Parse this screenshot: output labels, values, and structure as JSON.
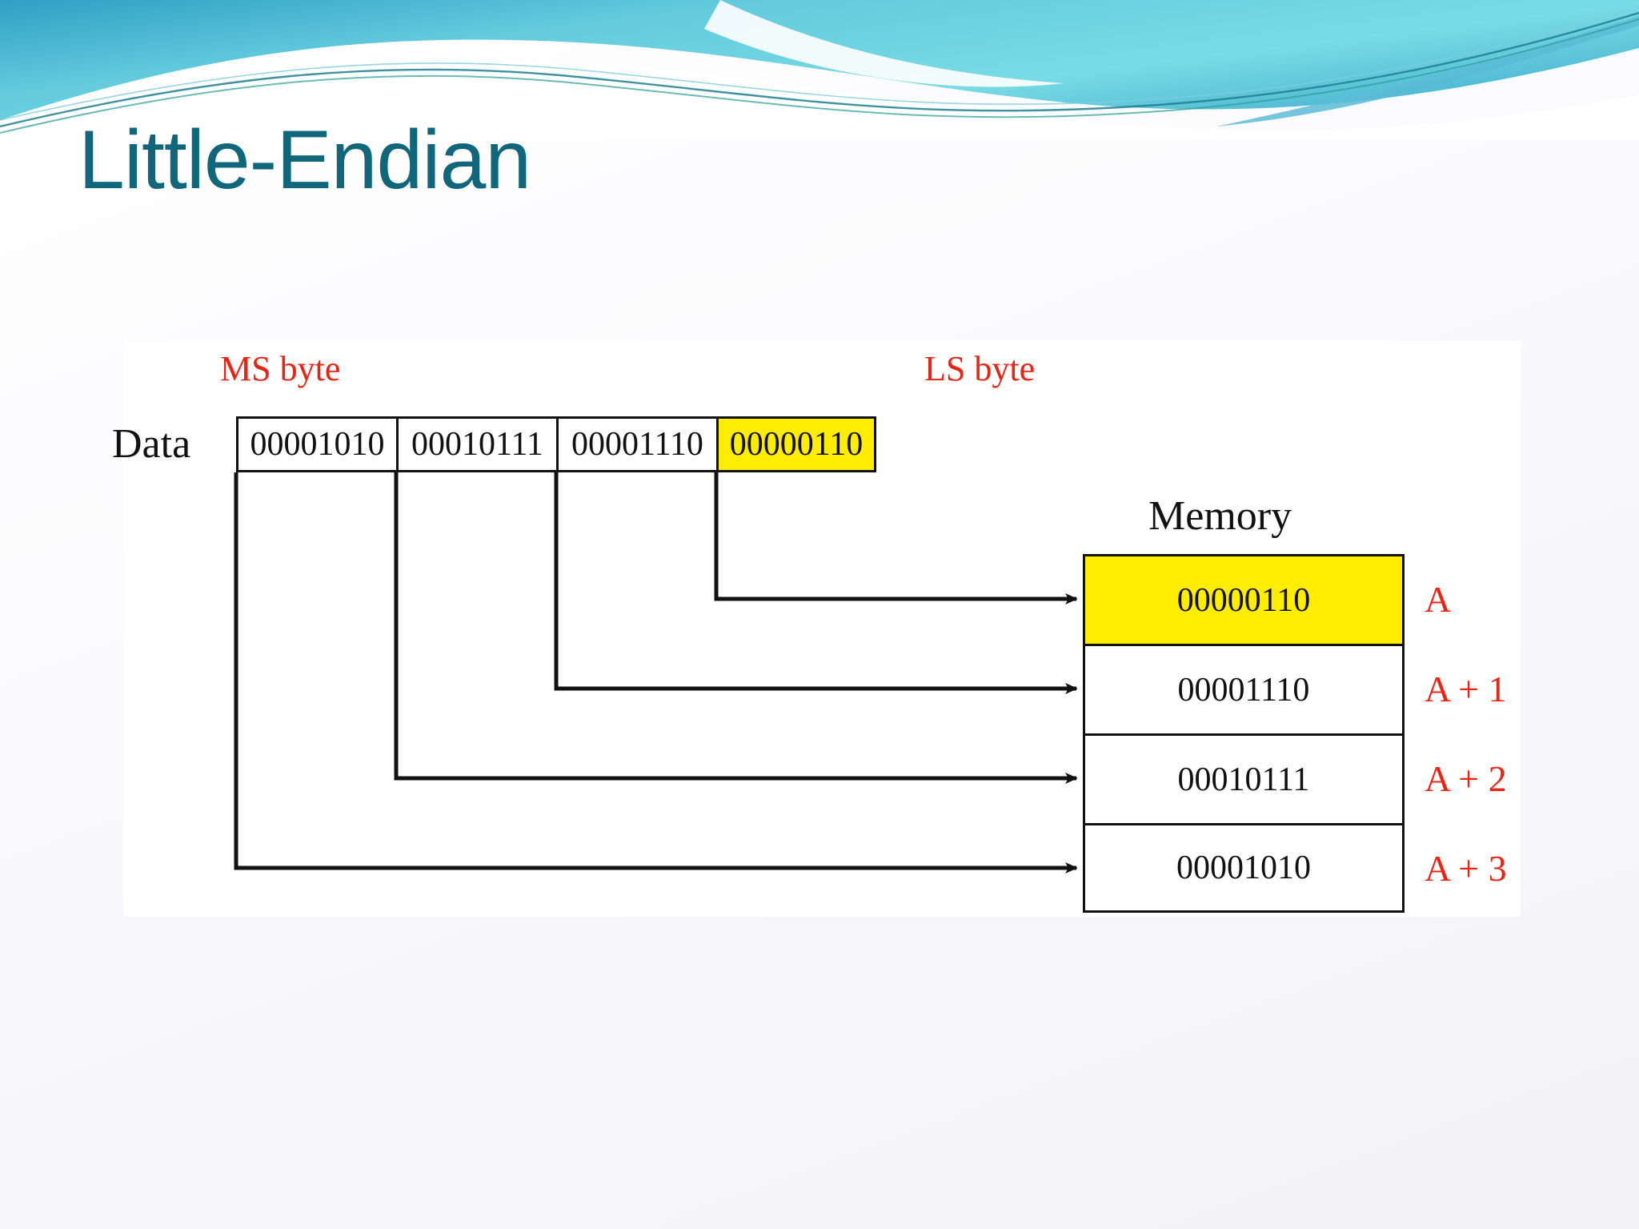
{
  "slide": {
    "title": "Little-Endian"
  },
  "theme": {
    "title_color": "#10667A",
    "banner_color": "#6FD2E0",
    "highlight_color": "#FFED00",
    "label_red": "#EE2211",
    "panel_bg": "#FFFFFF"
  },
  "diagram": {
    "data_label": "Data",
    "memory_label": "Memory",
    "ms_byte_label": "MS byte",
    "ls_byte_label": "LS byte",
    "data_bytes": [
      {
        "value": "00001010",
        "highlighted": false
      },
      {
        "value": "00010111",
        "highlighted": false
      },
      {
        "value": "00001110",
        "highlighted": false
      },
      {
        "value": "00000110",
        "highlighted": true
      }
    ],
    "memory_rows": [
      {
        "value": "00000110",
        "address": "A",
        "highlighted": true
      },
      {
        "value": "00001110",
        "address": "A + 1",
        "highlighted": false
      },
      {
        "value": "00010111",
        "address": "A + 2",
        "highlighted": false
      },
      {
        "value": "00001010",
        "address": "A + 3",
        "highlighted": false
      }
    ]
  }
}
